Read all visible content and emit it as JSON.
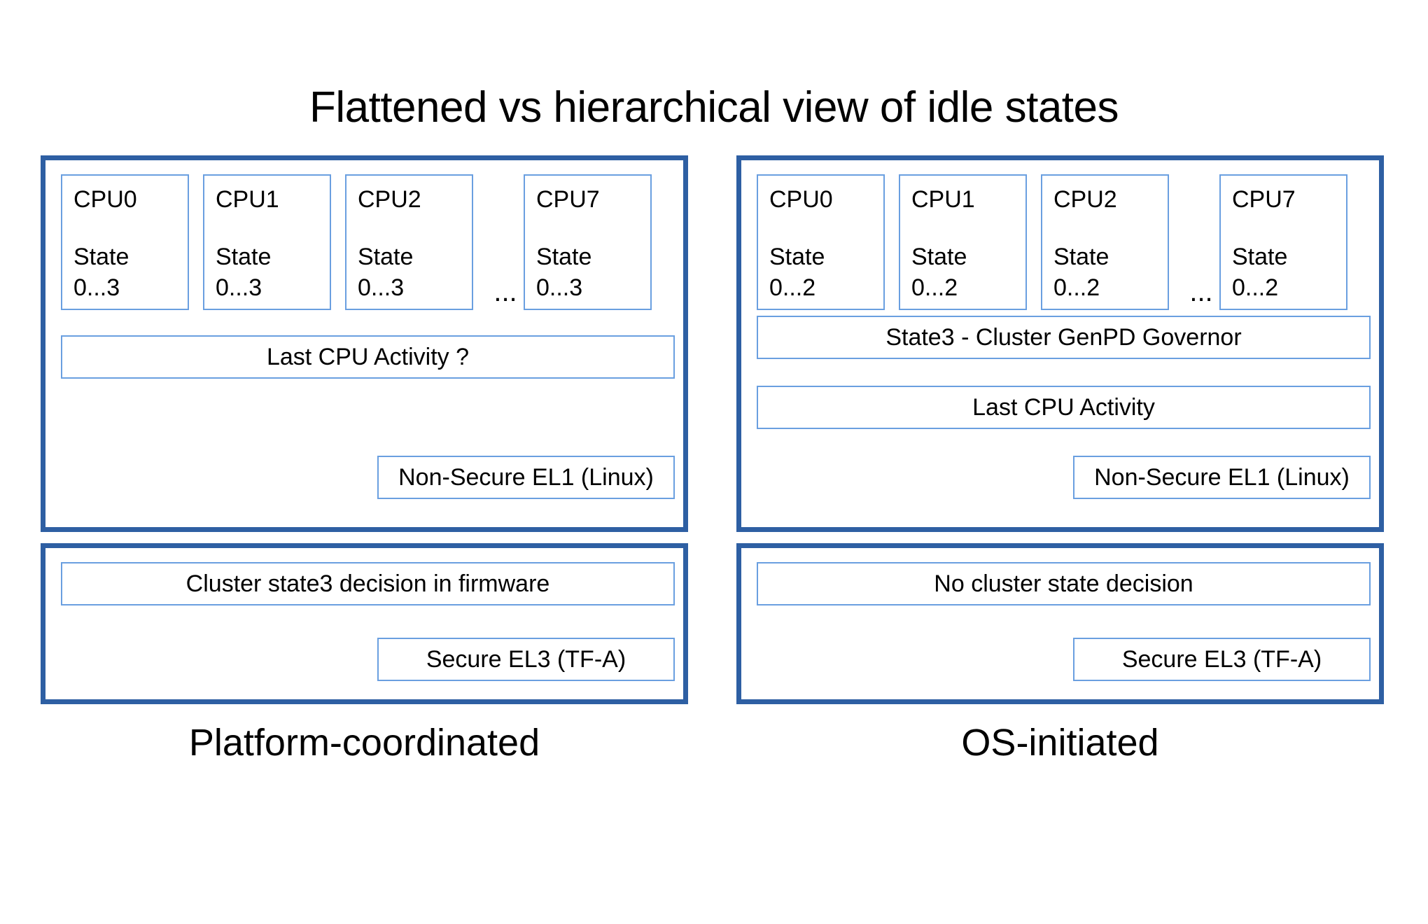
{
  "slide": {
    "title": "Flattened vs hierarchical view of idle states",
    "colors": {
      "panel_border": "#2E5FA3",
      "box_border": "#6A9FE0",
      "background": "#ffffff",
      "text": "#000000"
    }
  },
  "left": {
    "caption": "Platform-coordinated",
    "cpus": [
      {
        "name": "CPU0",
        "state_label": "State",
        "state_range": "0...3"
      },
      {
        "name": "CPU1",
        "state_label": "State",
        "state_range": "0...3"
      },
      {
        "name": "CPU2",
        "state_label": "State",
        "state_range": "0...3"
      },
      {
        "name": "CPU7",
        "state_label": "State",
        "state_range": "0...3"
      }
    ],
    "ellipsis": "...",
    "last_cpu_activity": "Last CPU Activity ?",
    "exception_level_os": "Non-Secure EL1 (Linux)",
    "firmware_decision": "Cluster state3 decision in firmware",
    "exception_level_fw": "Secure EL3 (TF-A)"
  },
  "right": {
    "caption": "OS-initiated",
    "cpus": [
      {
        "name": "CPU0",
        "state_label": "State",
        "state_range": "0...2"
      },
      {
        "name": "CPU1",
        "state_label": "State",
        "state_range": "0...2"
      },
      {
        "name": "CPU2",
        "state_label": "State",
        "state_range": "0...2"
      },
      {
        "name": "CPU7",
        "state_label": "State",
        "state_range": "0...2"
      }
    ],
    "ellipsis": "...",
    "cluster_governor": "State3 - Cluster GenPD Governor",
    "last_cpu_activity": "Last CPU Activity",
    "exception_level_os": "Non-Secure EL1 (Linux)",
    "firmware_decision": "No cluster state decision",
    "exception_level_fw": "Secure EL3 (TF-A)"
  }
}
